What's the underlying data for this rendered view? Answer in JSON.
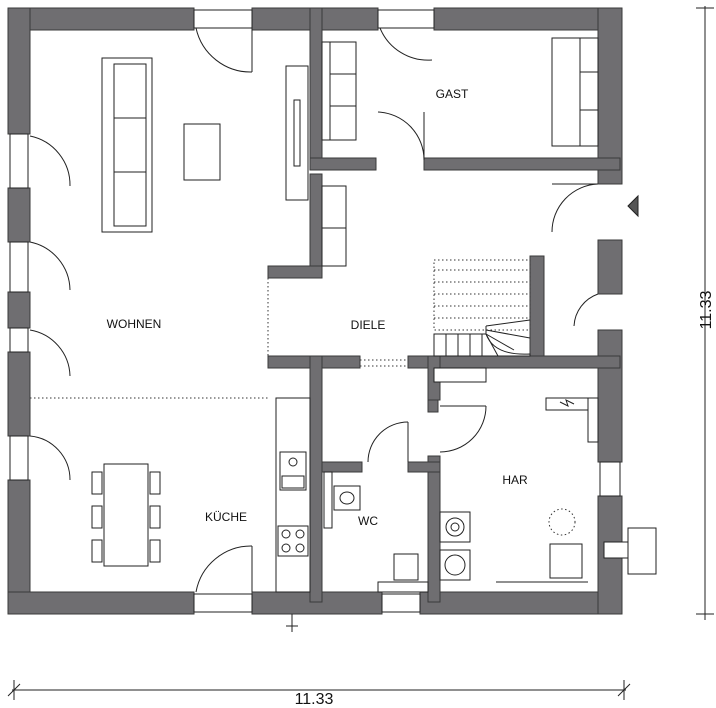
{
  "rooms": {
    "wohnen": "WOHNEN",
    "diele": "DIELE",
    "gast": "GAST",
    "kueche": "KÜCHE",
    "wc": "WC",
    "har": "HAR"
  },
  "dimensions": {
    "width": "11.33",
    "height": "11.33"
  },
  "colors": {
    "wall": "#6f6e71",
    "line": "#222222",
    "background": "#ffffff"
  }
}
